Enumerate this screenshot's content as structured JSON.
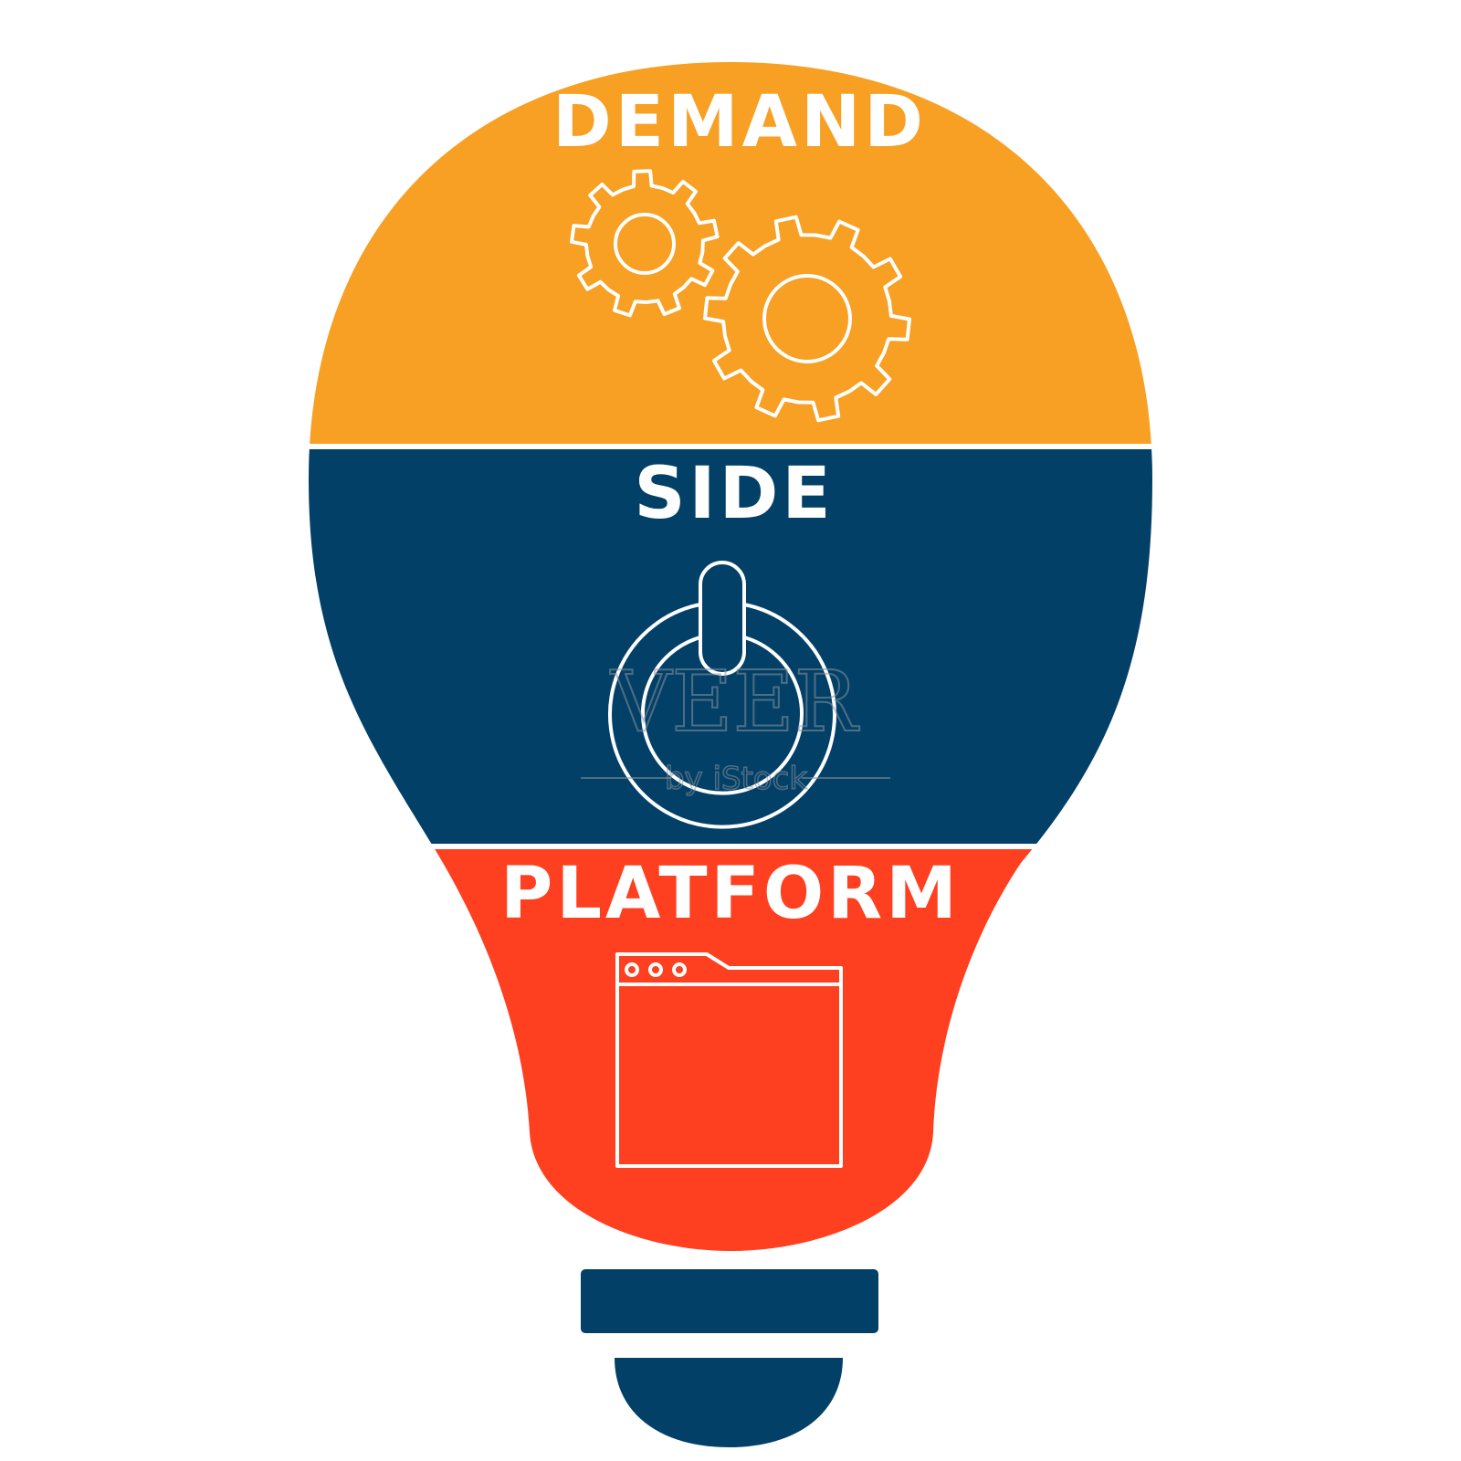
{
  "diagram": {
    "colors": {
      "top": "#F7A024",
      "middle": "#034067",
      "bottom": "#FE4020",
      "base": "#034067",
      "icon": "#ffffff"
    },
    "sections": [
      {
        "label": "DEMAND",
        "icon": "gears-icon"
      },
      {
        "label": "SIDE",
        "icon": "power-icon"
      },
      {
        "label": "PLATFORM",
        "icon": "browser-window-icon"
      }
    ],
    "watermark": {
      "main": "VEER",
      "sub": "by iStock"
    }
  }
}
